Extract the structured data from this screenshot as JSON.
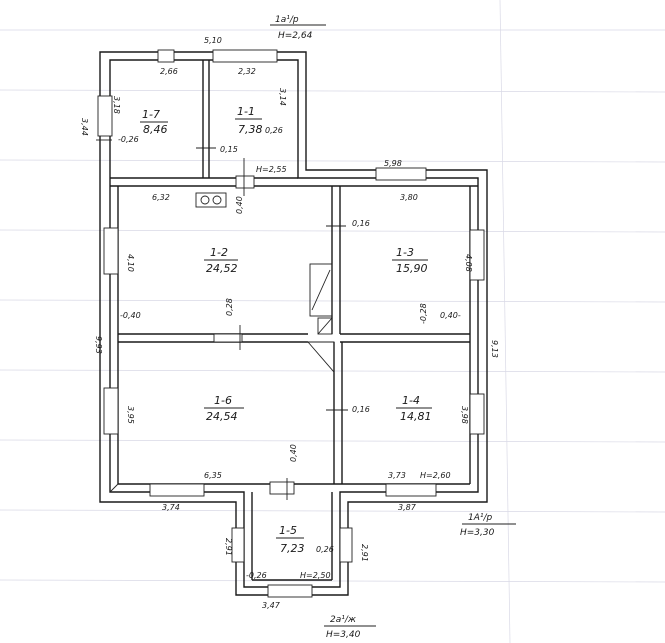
{
  "colors": {
    "ink": "#1a1a1a",
    "paper": "#ffffff",
    "rule": "#d9d9e6"
  },
  "literals": {
    "top": {
      "code": "1а¹/р",
      "height": "Н=2,64"
    },
    "right": {
      "code": "1А¹/р",
      "height": "Н=3,30"
    },
    "bottom": {
      "code": "2а¹/ж",
      "height": "Н=3,40"
    }
  },
  "rooms": [
    {
      "id": "1-7",
      "area": "8,46"
    },
    {
      "id": "1-1",
      "area": "7,38"
    },
    {
      "id": "1-2",
      "area": "24,52"
    },
    {
      "id": "1-3",
      "area": "15,90"
    },
    {
      "id": "1-6",
      "area": "24,54"
    },
    {
      "id": "1-4",
      "area": "14,81"
    },
    {
      "id": "1-5",
      "area": "7,23"
    }
  ],
  "dimensions": {
    "top_width": "5,10",
    "r17_width": "2,66",
    "r11_width": "2,32",
    "left_upper": "3,44",
    "r17_depth": "3,18",
    "r11_depth": "3,14",
    "r17_wall": "-0,26",
    "r11_wall": "0,26",
    "r11_partition": "0,15",
    "corridor_height": "Н=2,55",
    "mid_width": "5,98",
    "r12_width": "6,32",
    "r13_width": "3,80",
    "r12_partition": "0,40",
    "r12_r13_wall": "0,16",
    "left_wall": "-0,40",
    "r12_depth": "4,10",
    "r13_depth": "4,08",
    "r13_inner": "-0,28",
    "r13_outer": "0,40-",
    "mid_partition": "0,28",
    "left_total": "9,93",
    "right_total": "9,13",
    "r16_depth": "3,95",
    "r14_depth": "3,98",
    "r16_r14_wall": "0,16",
    "r16_bottom_partition": "0,40",
    "r16_width": "6,35",
    "r14_width": "3,73",
    "r14_height": "Н=2,60",
    "bottom_left": "3,74",
    "bottom_right": "3,87",
    "r15_depth": "2,91",
    "r15_wall_left": "-0,26",
    "r15_wall_right": "0,26",
    "r15_right_depth": "2,91",
    "r15_height": "Н=2,50",
    "r15_width": "3,47"
  }
}
